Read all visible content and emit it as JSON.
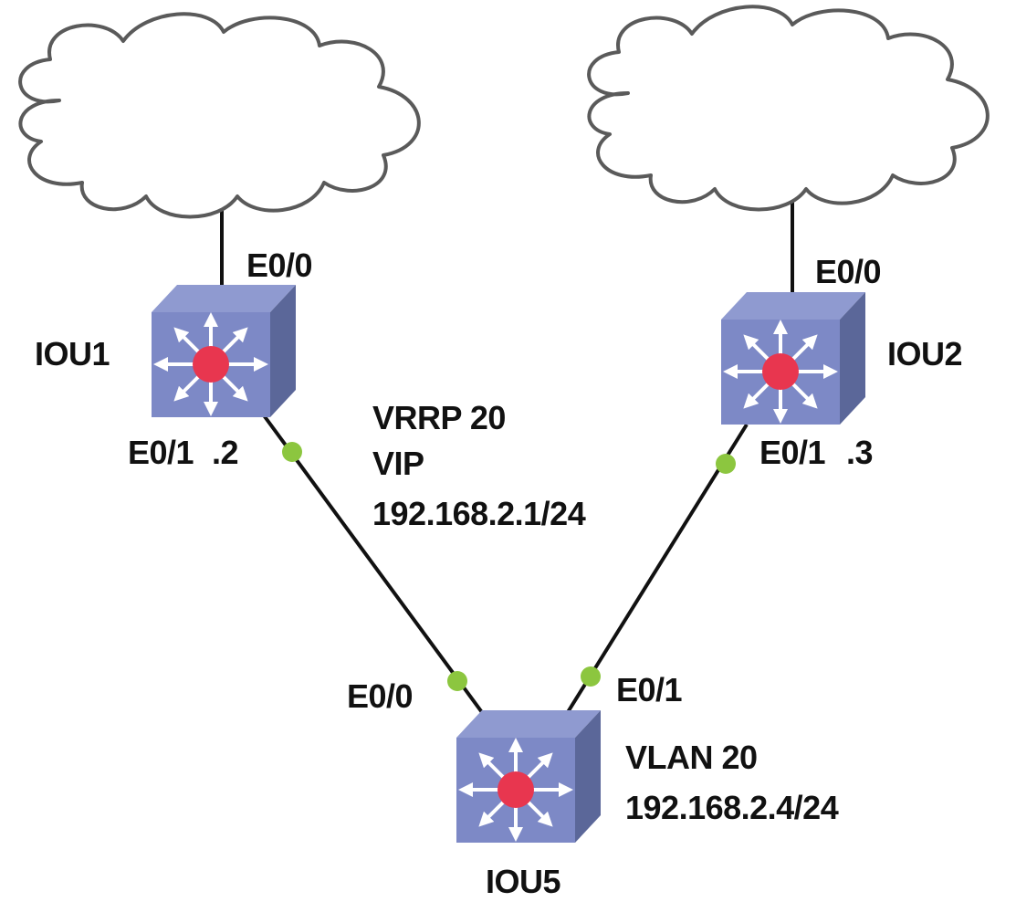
{
  "colors": {
    "cloud_stroke": "#5a5a5a",
    "link": "#111111",
    "port_dot": "#8cc63f",
    "switch_front": "#7d89c6",
    "switch_top": "#8f9ad0",
    "switch_side": "#5b6799",
    "switch_center": "#e8364f",
    "arrow": "#ffffff"
  },
  "devices": {
    "iou1": {
      "name": "IOU1",
      "icon": "multilayer-switch-icon"
    },
    "iou2": {
      "name": "IOU2",
      "icon": "multilayer-switch-icon"
    },
    "iou5": {
      "name": "IOU5",
      "icon": "multilayer-switch-icon"
    }
  },
  "clouds": [
    {
      "icon": "cloud-icon"
    },
    {
      "icon": "cloud-icon"
    }
  ],
  "ports": {
    "iou1_e0_0": "E0/0",
    "iou1_e0_1": "E0/1",
    "iou1_addr": ".2",
    "iou2_e0_0": "E0/0",
    "iou2_e0_1": "E0/1",
    "iou2_addr": ".3",
    "iou5_e0_0": "E0/0",
    "iou5_e0_1": "E0/1"
  },
  "vrrp": {
    "group": "VRRP 20",
    "vip_label": "VIP",
    "vip_address": "192.168.2.1/24"
  },
  "vlan": {
    "name": "VLAN 20",
    "address": "192.168.2.4/24"
  }
}
